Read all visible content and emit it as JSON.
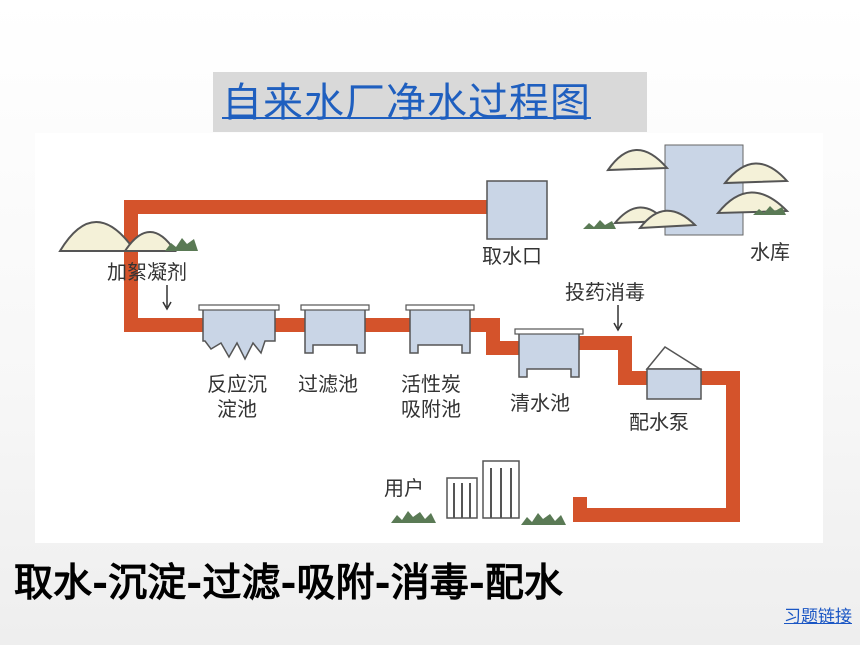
{
  "title": "自来水厂净水过程图",
  "diagram": {
    "labels": {
      "intake": "取水口",
      "reservoir": "水库",
      "coagulant": "加絮凝剂",
      "disinfect": "投药消毒",
      "sediment_line1": "反应沉",
      "sediment_line2": "淀池",
      "filter": "过滤池",
      "carbon_line1": "活性炭",
      "carbon_line2": "吸附池",
      "clear": "清水池",
      "pump": "配水泵",
      "users": "用户"
    },
    "colors": {
      "pipe": "#d4532b",
      "tank_fill": "#c9d5e6",
      "hill_fill": "#f4f1d8",
      "shrub": "#5a7a55"
    }
  },
  "process_summary": "取水-沉淀-过滤-吸附-消毒-配水",
  "exercise_link": "习题链接"
}
